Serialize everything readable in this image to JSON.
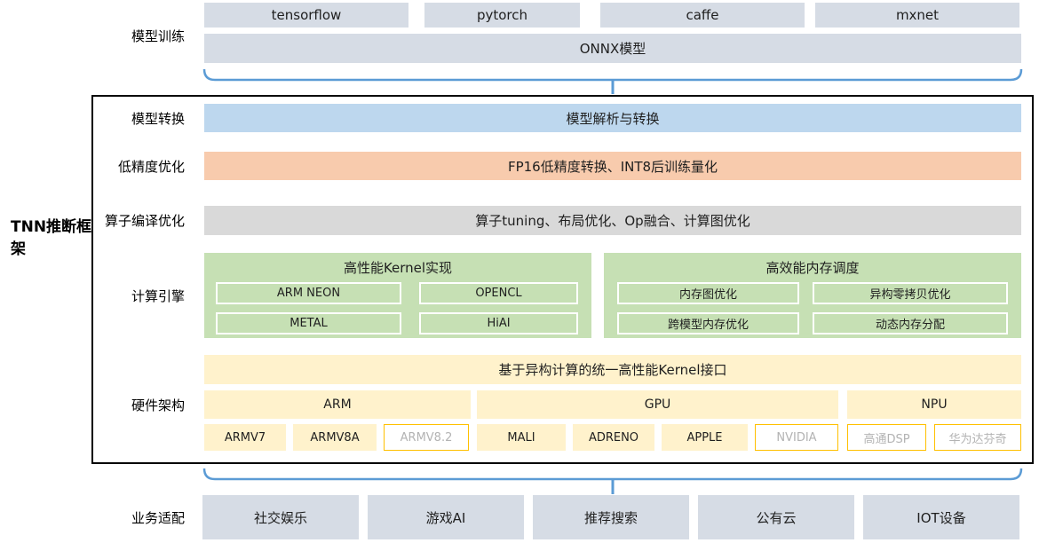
{
  "framework_title": "TNN推断框架",
  "top": {
    "section_label": "模型训练",
    "frameworks": [
      "tensorflow",
      "pytorch",
      "caffe",
      "mxnet"
    ],
    "onnx_label": "ONNX模型"
  },
  "rows": {
    "convert": {
      "label": "模型转换",
      "text": "模型解析与转换"
    },
    "precision": {
      "label": "低精度优化",
      "text": "FP16低精度转换、INT8后训练量化"
    },
    "compile": {
      "label": "算子编译优化",
      "text": "算子tuning、布局优化、Op融合、计算图优化"
    }
  },
  "engine": {
    "label": "计算引擎",
    "kernel": {
      "title": "高性能Kernel实现",
      "items": [
        "ARM NEON",
        "OPENCL",
        "METAL",
        "HiAI"
      ]
    },
    "memory": {
      "title": "高效能内存调度",
      "items": [
        "内存图优化",
        "异构零拷贝优化",
        "跨模型内存优化",
        "动态内存分配"
      ]
    }
  },
  "hardware": {
    "label": "硬件架构",
    "unified_api": "基于异构计算的统一高性能Kernel接口",
    "arm": {
      "name": "ARM",
      "chips": [
        "ARMV7",
        "ARMV8A",
        "ARMV8.2"
      ]
    },
    "gpu": {
      "name": "GPU",
      "chips": [
        "MALI",
        "ADRENO",
        "APPLE",
        "NVIDIA"
      ]
    },
    "npu": {
      "name": "NPU",
      "chips": [
        "高通DSP",
        "华为达芬奇"
      ]
    }
  },
  "business": {
    "label": "业务适配",
    "items": [
      "社交娱乐",
      "游戏AI",
      "推荐搜索",
      "公有云",
      "IOT设备"
    ]
  },
  "colors": {
    "brace_accent": "#5b9bd5",
    "box_gray": "#d6dce5",
    "bar_blue": "#bdd7ee",
    "bar_orange": "#f8cbad",
    "bar_gray": "#d9d9d9",
    "green": "#c6e0b4",
    "cream": "#fff2cc",
    "gold_border": "#ffc000",
    "disabled_text": "#b3b3b3"
  }
}
